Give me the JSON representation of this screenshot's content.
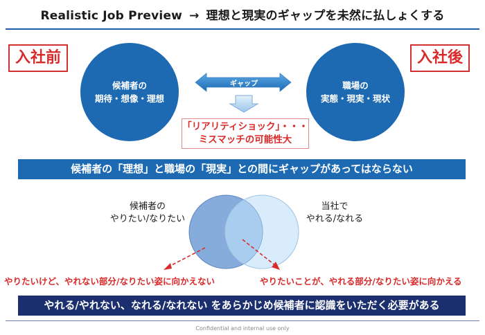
{
  "header": {
    "title_left": "Realistic Job Preview",
    "arrow": "→",
    "title_right": "理想と現実のギャップを未然に払しょくする"
  },
  "before": {
    "tag": "入社前",
    "circle_line1": "候補者の",
    "circle_line2": "期待・想像・理想"
  },
  "after": {
    "tag": "入社後",
    "circle_line1": "職場の",
    "circle_line2": "実態・現実・現状"
  },
  "gap": {
    "label": "ギャップ"
  },
  "shock": {
    "line1": "「リアリティショック」・・・",
    "line2": "ミスマッチの可能性大"
  },
  "banner1": "候補者の「理想」と職場の「現実」との間にギャップがあってはならない",
  "venn": {
    "left_line1": "候補者の",
    "left_line2": "やりたい/なりたい",
    "right_line1": "当社で",
    "right_line2": "やれる/なれる",
    "note_left": "やりたいけど、やれない部分/なりたい姿に向かえない",
    "note_right": "やりたいことが、やれる部分/なりたい姿に向かえる"
  },
  "banner2": "やれる/やれない、なれる/なれない をあらかじめ候補者に認識をいただく必要がある",
  "footer": "Confidential and internal use only",
  "colors": {
    "primary_blue": "#1d6ab2",
    "dark_navy": "#1b2f6e",
    "accent_red": "#d92a2a",
    "venn_left": "#7ea8d8",
    "venn_right": "#d8ecfb"
  }
}
